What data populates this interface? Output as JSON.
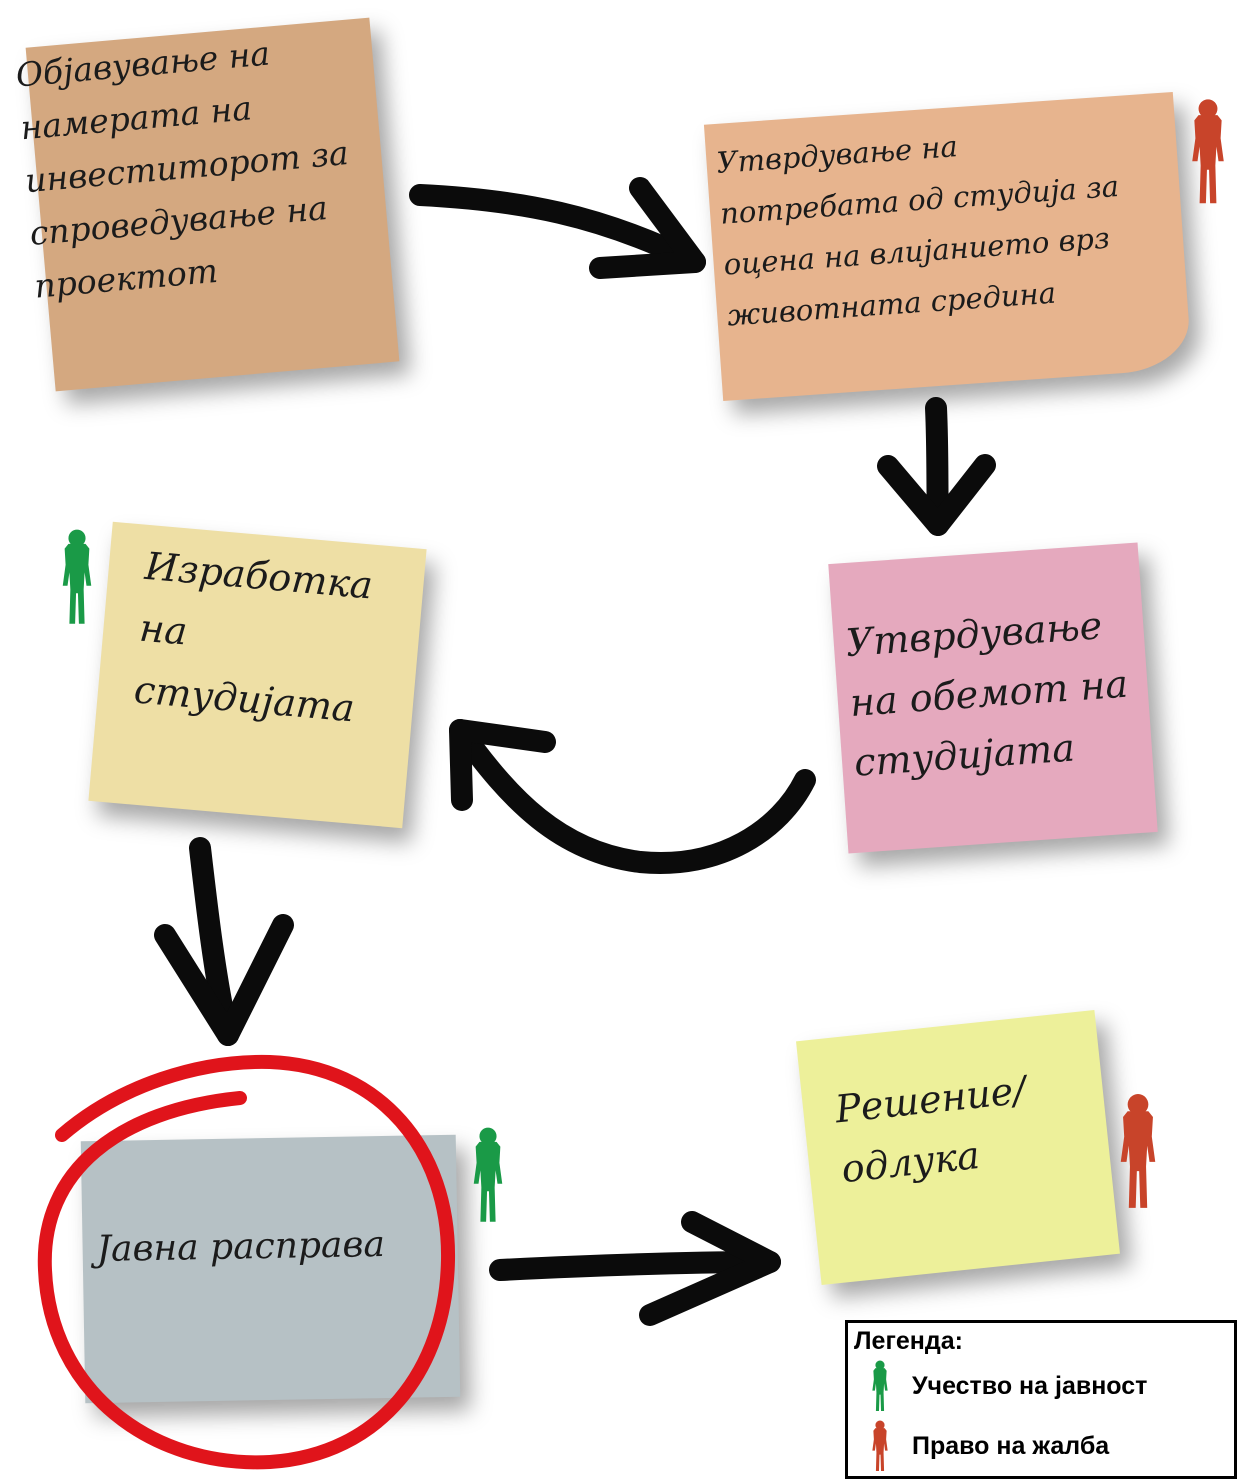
{
  "steps": {
    "announce": "Објавување на\nнамерата на\nинвеститорот за\nспроведување на\nпроектот",
    "screening": "Утврдување на\nпотребата од студија за\nоцена на влијанието врз\nживотната средина",
    "scoping": "Утврдување\nна обемот на\nстудијата",
    "study": "Изработка\nна\nстудијата",
    "hearing": "Јавна расправа",
    "decision": "Решение/\nодлука"
  },
  "legend": {
    "title": "Легенда:",
    "participation": "Учество на јавност",
    "appeal": "Право на жалба"
  },
  "colors": {
    "participation": "#1a9a47",
    "appeal": "#c8442a",
    "highlight_circle": "#e0141b"
  }
}
